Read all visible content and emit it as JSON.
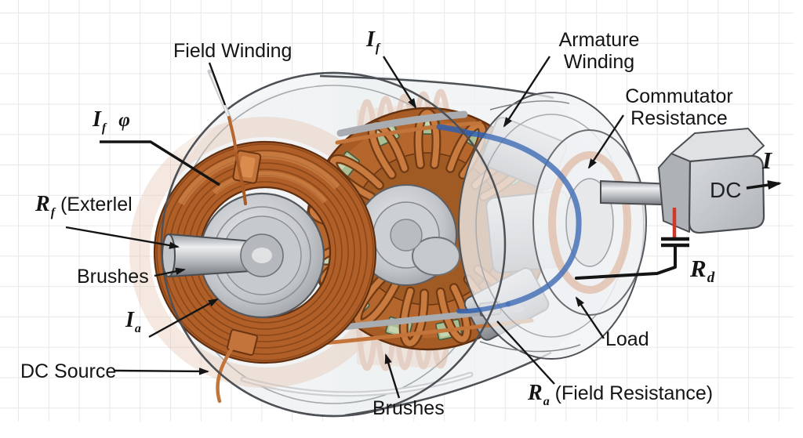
{
  "labels": {
    "field_winding": {
      "text": "Field Winding"
    },
    "if_top": {
      "base": "I",
      "sub": "f"
    },
    "armature_winding": {
      "line1": "Armature",
      "line2": "Winding"
    },
    "commutator_resistance": {
      "line1": "Commutator",
      "line2": "Resistance"
    },
    "if_phi": {
      "base": "I",
      "sub": "f",
      "flux": "φ"
    },
    "rf": {
      "base": "R",
      "sub": "f",
      "suffix": " (Exterlel"
    },
    "brushes_left": {
      "text": "Brushes"
    },
    "ia": {
      "base": "I",
      "sub": "a"
    },
    "dc_source": {
      "text": "DC Source"
    },
    "brushes_bottom": {
      "text": "Brushes"
    },
    "ra": {
      "base": "R",
      "sub": "a",
      "suffix": " (Field Resistance)"
    },
    "load": {
      "text": "Load"
    },
    "rd": {
      "base": "R",
      "sub": "d"
    },
    "dc_box": {
      "text": "DC"
    },
    "current_out": {
      "base": "I"
    }
  },
  "colors": {
    "copper": "#c3743a",
    "copper_dark": "#6b3413",
    "green_block": "#aabf94",
    "blue_wire": "#2f5fae",
    "red_wire": "#d2382a",
    "steel": "#c9ccd0",
    "housing": "#eff1f3",
    "label_text": "#141414",
    "grid_line": "#e8e8ea",
    "background": "#ffffff"
  }
}
